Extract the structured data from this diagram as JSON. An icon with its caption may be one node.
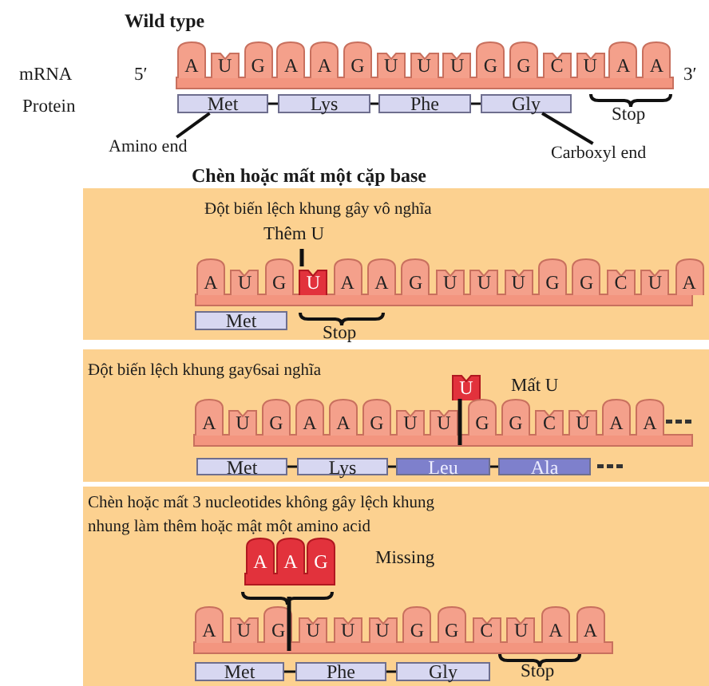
{
  "diagram": {
    "nodes": [
      {
        "text": [
          "Met"
        ]
      },
      {
        "text": [
          "Lys"
        ]
      },
      {
        "text": [
          "Phe"
        ]
      },
      {
        "text": [
          "Gly"
        ]
      },
      {
        "text": [
          "Amino end"
        ]
      },
      {
        "text": [
          "Carboxyl end"
        ]
      },
      {
        "text": [
          "Đột biến lệch khung gây vô nghĩa"
        ]
      },
      {
        "text": [
          "Met"
        ],
        "in": 6
      },
      {
        "text": [
          "Đột biến lệch khung gay6sai nghĩa"
        ]
      },
      {
        "text": [
          "Met"
        ],
        "in": 8
      },
      {
        "text": [
          "Lys"
        ],
        "in": 8
      },
      {
        "text": [
          "Leu"
        ],
        "in": 8
      },
      {
        "text": [
          "Ala"
        ],
        "in": 8
      },
      {
        "text": [
          "Chèn hoặc mất 3 nucleotides không gây lệch khung nhung làm thêm hoặc mật một amino acid"
        ]
      },
      {
        "text": [
          "Met"
        ],
        "in": 13
      },
      {
        "text": [
          "Phe"
        ],
        "in": 13
      },
      {
        "text": [
          "Gly"
        ],
        "in": 13
      }
    ],
    "edges": [
      {
        "from": 4,
        "to": 0,
        "arrow": "none"
      },
      {
        "from": 5,
        "to": 3,
        "arrow": "none"
      },
      {
        "from": 0,
        "to": 1,
        "arrow": "none"
      },
      {
        "from": 1,
        "to": 2,
        "arrow": "none"
      },
      {
        "from": 2,
        "to": 3,
        "arrow": "none"
      },
      {
        "from": 9,
        "to": 10,
        "arrow": "none"
      },
      {
        "from": 10,
        "to": 11,
        "arrow": "none"
      },
      {
        "from": 11,
        "to": 12,
        "arrow": "none"
      },
      {
        "from": 14,
        "to": 15,
        "arrow": "none"
      },
      {
        "from": 15,
        "to": 16,
        "arrow": "none"
      }
    ],
    "labels": [
      "Wild type",
      "mRNA",
      "5′",
      "3′",
      "Protein",
      "A",
      "U",
      "G",
      "A",
      "A",
      "G",
      "U",
      "U",
      "U",
      "G",
      "G",
      "C",
      "U",
      "A",
      "A",
      "Stop",
      "Chèn hoặc mất một cặp base",
      "Thêm U",
      "A",
      "U",
      "G",
      "U",
      "A",
      "A",
      "G",
      "U",
      "U",
      "U",
      "G",
      "G",
      "C",
      "U",
      "A",
      "Stop",
      "U",
      "Mất U",
      "A",
      "U",
      "G",
      "A",
      "A",
      "G",
      "U",
      "U",
      "G",
      "G",
      "C",
      "U",
      "A",
      "A",
      "A",
      "A",
      "G",
      "Missing",
      "A",
      "U",
      "G",
      "U",
      "U",
      "U",
      "G",
      "G",
      "C",
      "U",
      "A",
      "A",
      "Stop"
    ]
  }
}
